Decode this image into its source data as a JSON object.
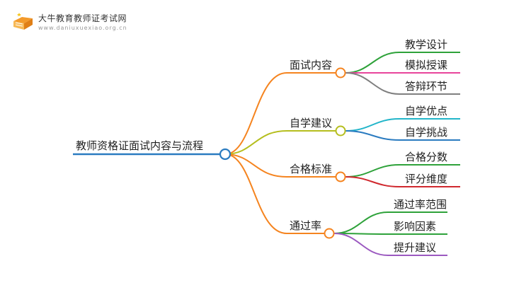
{
  "logo": {
    "title": "大牛教育教师证考试网",
    "url": "www.daniuxuexiao.org.cn"
  },
  "root": {
    "label": "教师资格证面试内容与流程"
  },
  "branches": [
    {
      "label": "面试内容",
      "color": "#F5841F",
      "children": [
        {
          "label": "教学设计",
          "color": "#2EA23A"
        },
        {
          "label": "模拟授课",
          "color": "#E8459B"
        },
        {
          "label": "答辩环节",
          "color": "#7F7F7F"
        }
      ]
    },
    {
      "label": "自学建议",
      "color": "#B5BE1E",
      "children": [
        {
          "label": "自学优点",
          "color": "#22B5C9"
        },
        {
          "label": "自学挑战",
          "color": "#2A7BC0"
        }
      ]
    },
    {
      "label": "合格标准",
      "color": "#F5841F",
      "children": [
        {
          "label": "合格分数",
          "color": "#2EA23A"
        },
        {
          "label": "评分维度",
          "color": "#D0282E"
        }
      ]
    },
    {
      "label": "通过率",
      "color": "#F5841F",
      "children": [
        {
          "label": "通过率范围",
          "color": "#2EA23A"
        },
        {
          "label": "影响因素",
          "color": "#2EA23A"
        },
        {
          "label": "提升建议",
          "color": "#9B59C0"
        }
      ]
    }
  ],
  "colors": {
    "root_line": "#2A7BC0",
    "node_fill": "#ffffff"
  }
}
